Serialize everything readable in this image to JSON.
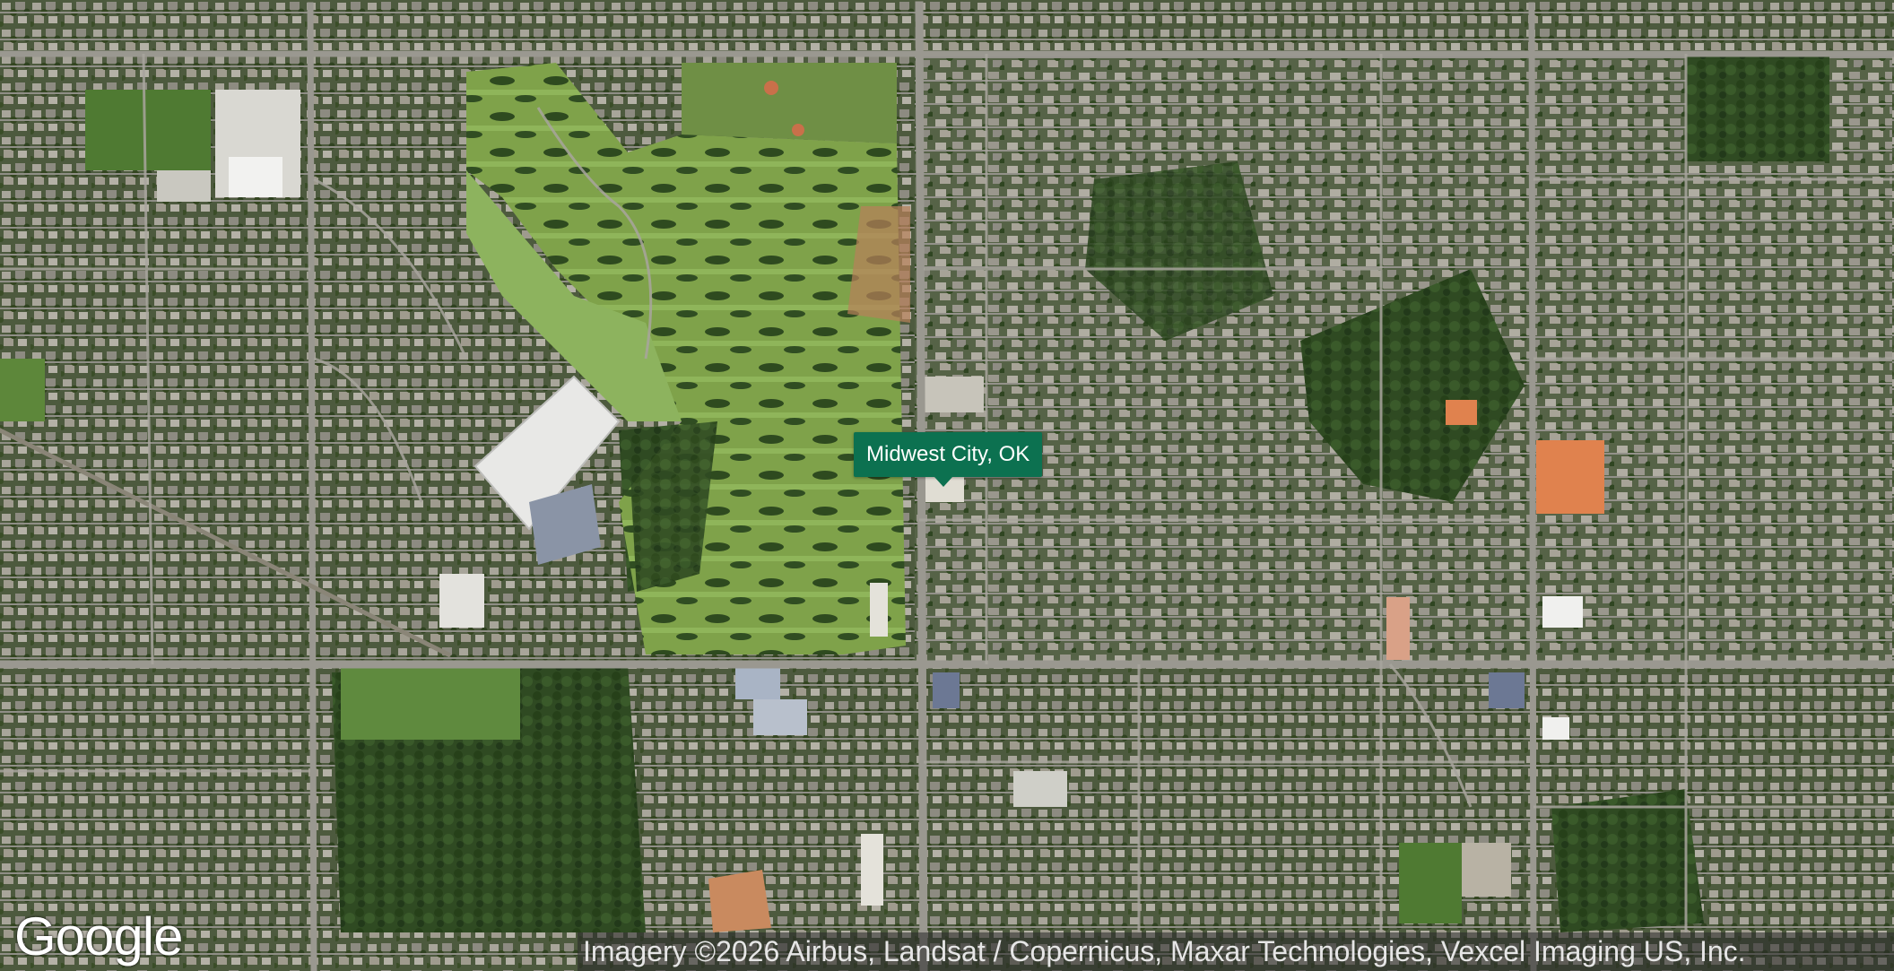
{
  "map": {
    "place_label": "Midwest City, OK",
    "provider_logo": "Google",
    "attribution": "Imagery ©2026 Airbus, Landsat / Copernicus, Maxar Technologies, Vexcel Imaging US, Inc.",
    "view": "satellite",
    "colors": {
      "header_bar": "#0b6b45",
      "label_background": "#0c7150",
      "label_text": "#ffffff",
      "road": "#9a9890",
      "vegetation": "#3f5a2c",
      "golf_course": "#7fa24a"
    }
  }
}
